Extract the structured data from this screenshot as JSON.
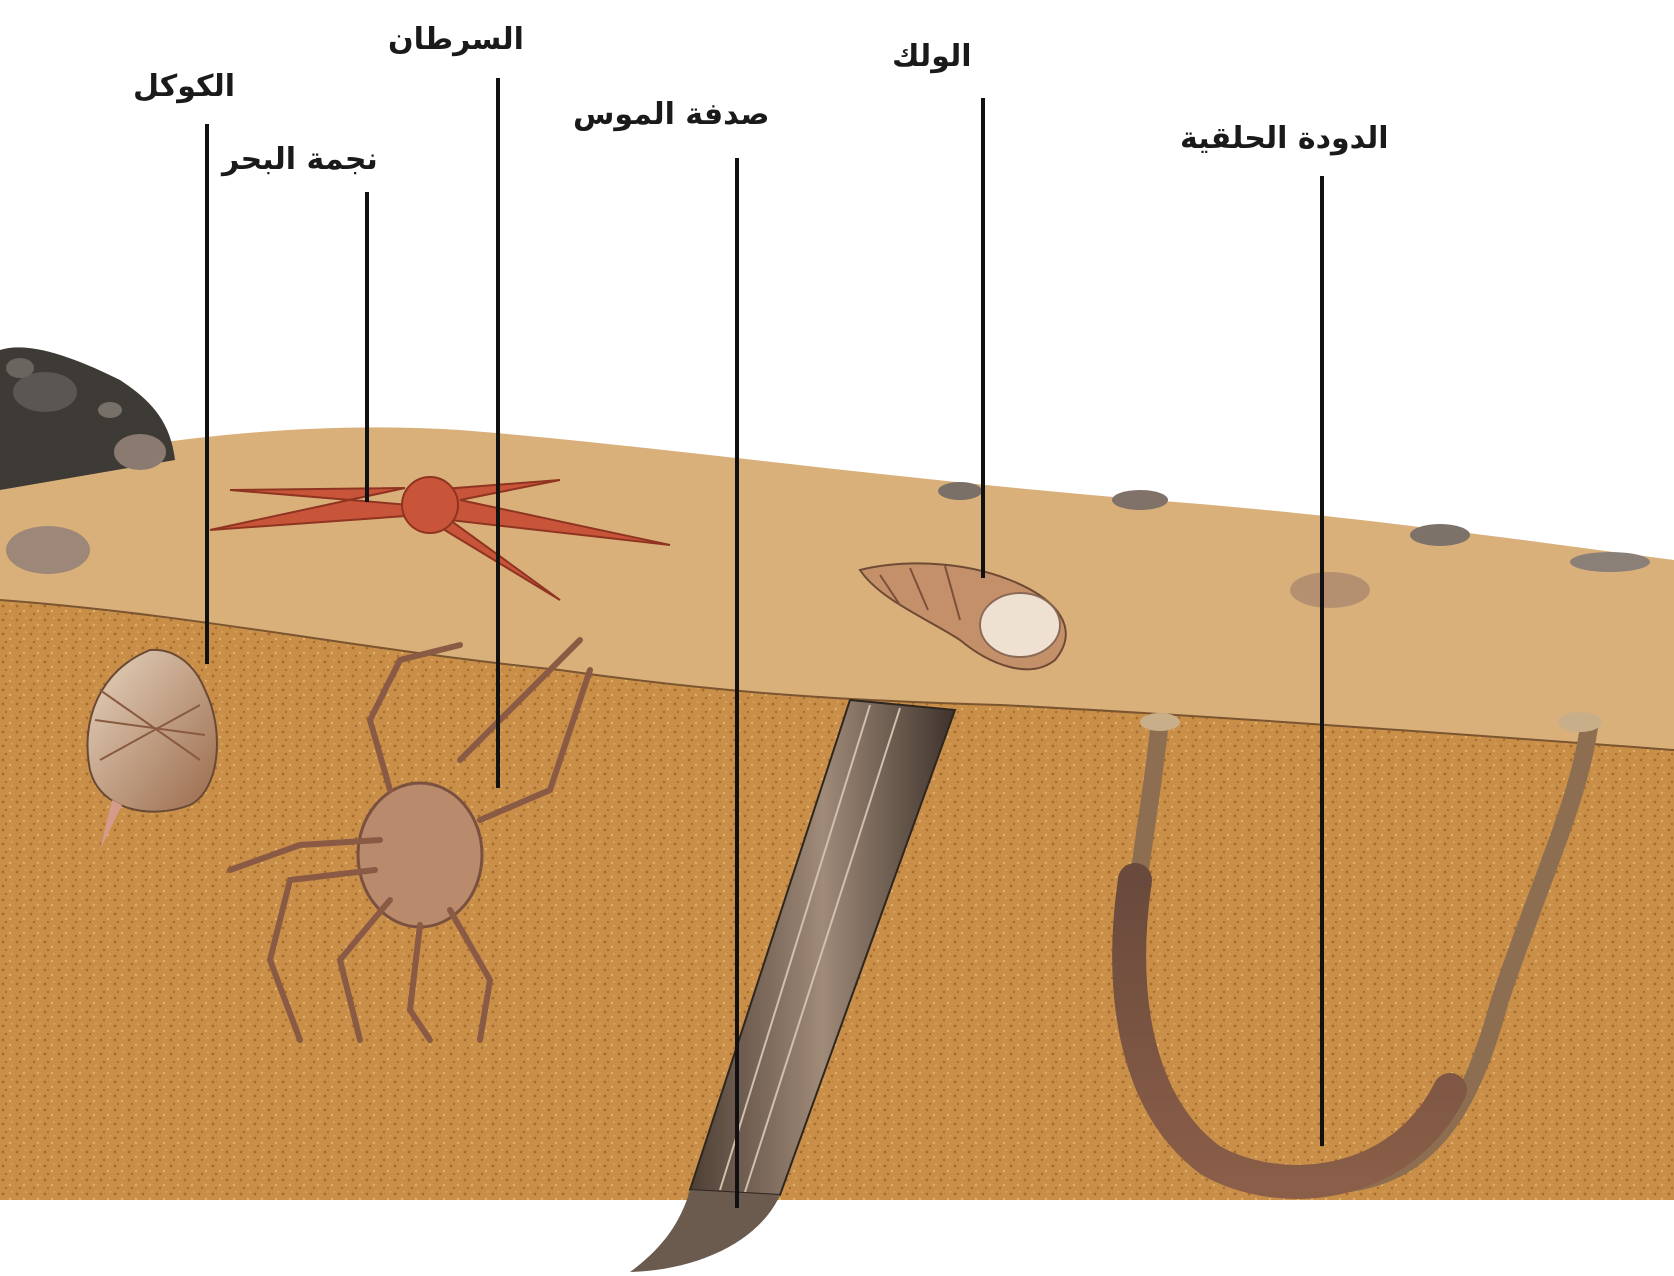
{
  "diagram": {
    "labels": [
      {
        "id": "cockle",
        "text": "الكوكل"
      },
      {
        "id": "starfish",
        "text": "نجمة البحر"
      },
      {
        "id": "crab",
        "text": "السرطان"
      },
      {
        "id": "razor_shell",
        "text": "صدفة الموس"
      },
      {
        "id": "whelk",
        "text": "الولك"
      },
      {
        "id": "lugworm",
        "text": "الدودة الحلقية"
      }
    ]
  },
  "colors": {
    "sand_surface": "#d9b07a",
    "sand_deep": "#c98f48",
    "sand_dark": "#b37a3a",
    "starfish": "#c8553a",
    "label_text": "#1a1a1a",
    "pointer_line": "#111111"
  }
}
